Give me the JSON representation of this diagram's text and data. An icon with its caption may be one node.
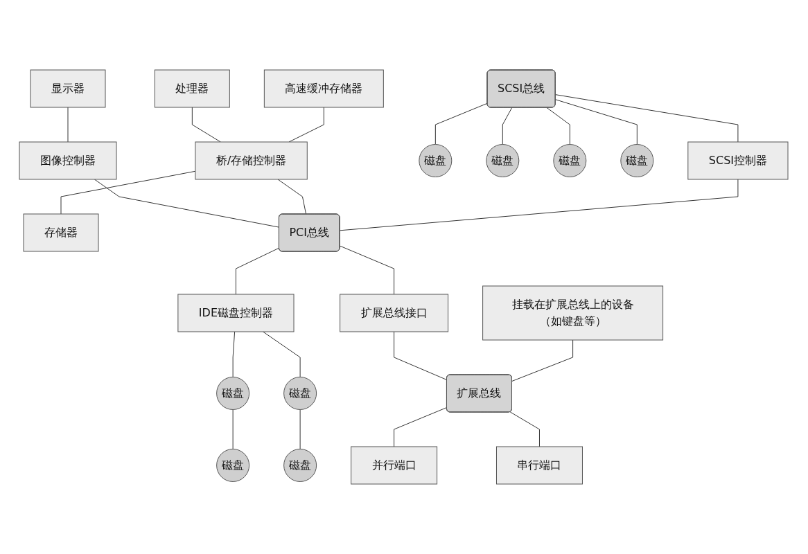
{
  "diagram": {
    "nodes": [
      {
        "text": [
          "显示器"
        ]
      },
      {
        "text": [
          "图像控制器"
        ]
      },
      {
        "text": [
          "处理器"
        ]
      },
      {
        "text": [
          "高速缓冲存储器"
        ]
      },
      {
        "text": [
          "桥/存储控制器"
        ]
      },
      {
        "text": [
          "存储器"
        ]
      },
      {
        "text": [
          "SCSI总线"
        ]
      },
      {
        "text": [
          "磁盘"
        ]
      },
      {
        "text": [
          "磁盘"
        ]
      },
      {
        "text": [
          "磁盘"
        ]
      },
      {
        "text": [
          "磁盘"
        ]
      },
      {
        "text": [
          "SCSI控制器"
        ]
      },
      {
        "text": [
          "PCI总线"
        ]
      },
      {
        "text": [
          "IDE磁盘控制器"
        ]
      },
      {
        "text": [
          "磁盘"
        ]
      },
      {
        "text": [
          "磁盘"
        ]
      },
      {
        "text": [
          "磁盘"
        ]
      },
      {
        "text": [
          "磁盘"
        ]
      },
      {
        "text": [
          "扩展总线接口"
        ]
      },
      {
        "text": [
          "挂载在扩展总线上的设备（如键盘等）"
        ]
      },
      {
        "text": [
          "扩展总线"
        ]
      },
      {
        "text": [
          "并行端口"
        ]
      },
      {
        "text": [
          "串行端口"
        ]
      }
    ],
    "edges": [
      {
        "from": 0,
        "to": 1,
        "arrow": "none"
      },
      {
        "from": 1,
        "to": 12,
        "arrow": "none"
      },
      {
        "from": 2,
        "to": 4,
        "arrow": "none"
      },
      {
        "from": 3,
        "to": 4,
        "arrow": "none"
      },
      {
        "from": 4,
        "to": 5,
        "arrow": "none"
      },
      {
        "from": 4,
        "to": 12,
        "arrow": "none"
      },
      {
        "from": 6,
        "to": 7,
        "arrow": "none"
      },
      {
        "from": 6,
        "to": 8,
        "arrow": "none"
      },
      {
        "from": 6,
        "to": 9,
        "arrow": "none"
      },
      {
        "from": 6,
        "to": 10,
        "arrow": "none"
      },
      {
        "from": 6,
        "to": 11,
        "arrow": "none"
      },
      {
        "from": 11,
        "to": 12,
        "arrow": "none"
      },
      {
        "from": 12,
        "to": 13,
        "arrow": "none"
      },
      {
        "from": 13,
        "to": 14,
        "arrow": "none"
      },
      {
        "from": 13,
        "to": 15,
        "arrow": "none"
      },
      {
        "from": 14,
        "to": 16,
        "arrow": "none"
      },
      {
        "from": 15,
        "to": 17,
        "arrow": "none"
      },
      {
        "from": 12,
        "to": 18,
        "arrow": "none"
      },
      {
        "from": 18,
        "to": 20,
        "arrow": "none"
      },
      {
        "from": 19,
        "to": 20,
        "arrow": "none"
      },
      {
        "from": 20,
        "to": 21,
        "arrow": "none"
      },
      {
        "from": 20,
        "to": 22,
        "arrow": "none"
      }
    ]
  }
}
